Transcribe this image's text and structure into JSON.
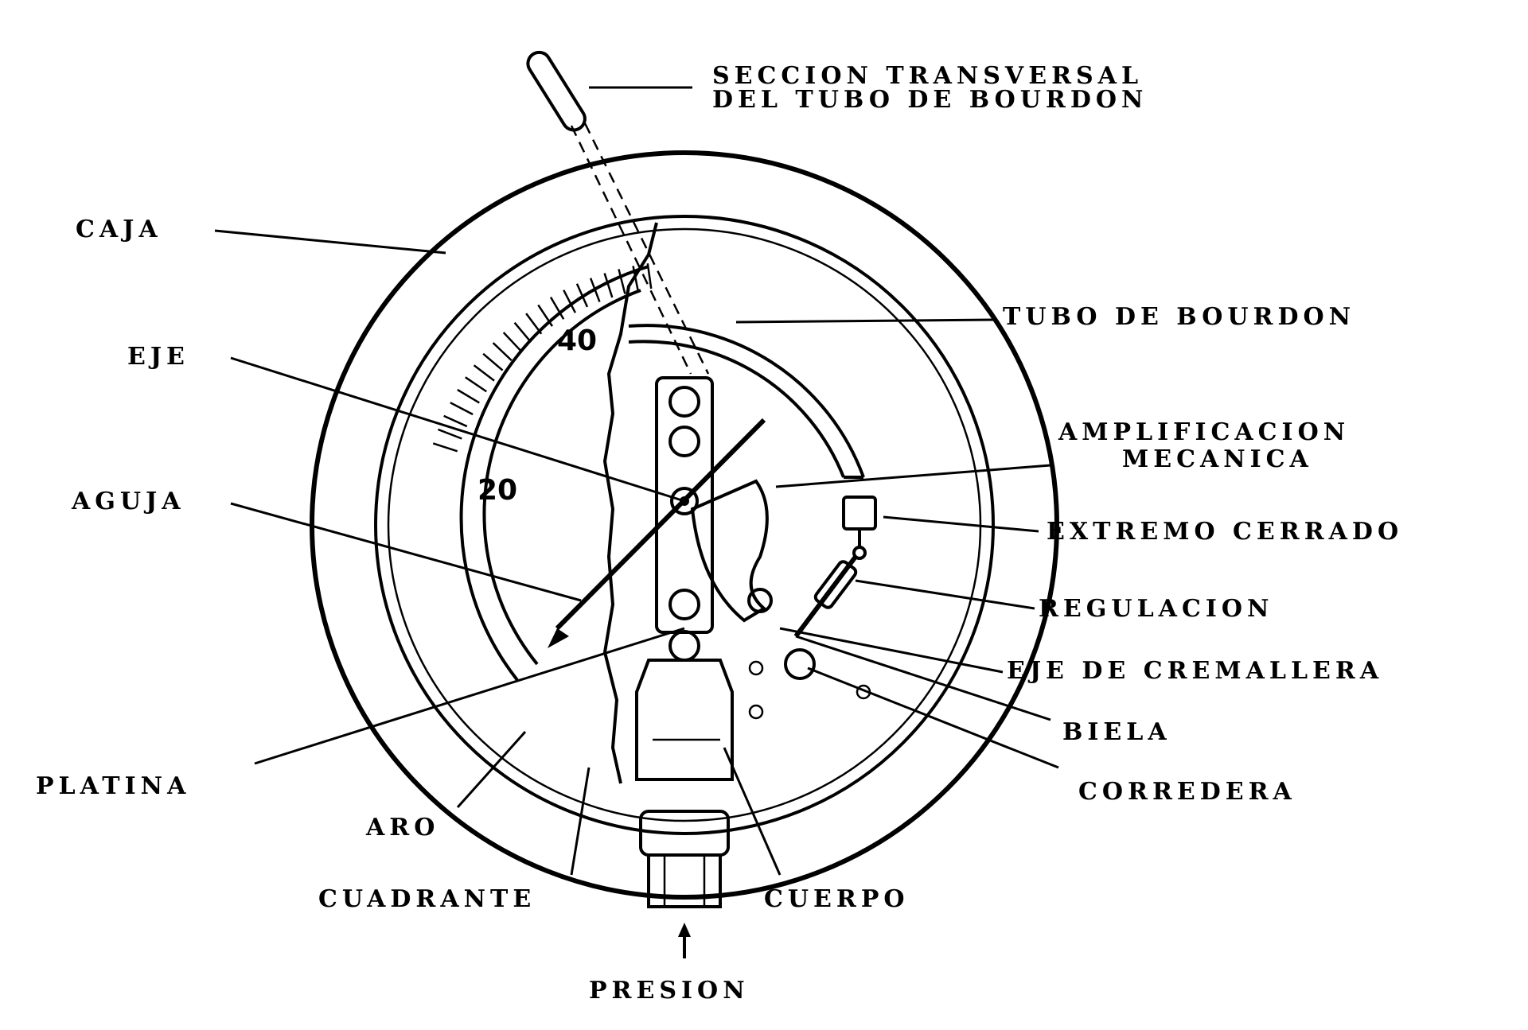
{
  "labels": {
    "seccion_line1": "SECCION TRANSVERSAL",
    "seccion_line2": "DEL TUBO DE BOURDON",
    "caja": "CAJA",
    "tubo_bourdon": "TUBO DE BOURDON",
    "eje": "EJE",
    "amplificacion_line1": "AMPLIFICACION",
    "amplificacion_line2": "MECANICA",
    "aguja": "AGUJA",
    "extremo_cerrado": "EXTREMO CERRADO",
    "regulacion": "REGULACION",
    "eje_cremallera": "EJE DE CREMALLERA",
    "biela": "BIELA",
    "platina": "PLATINA",
    "corredera": "CORREDERA",
    "aro": "ARO",
    "cuadrante": "CUADRANTE",
    "cuerpo": "CUERPO",
    "presion": "PRESION"
  },
  "dial": {
    "scale_40": "40",
    "scale_20": "20"
  }
}
